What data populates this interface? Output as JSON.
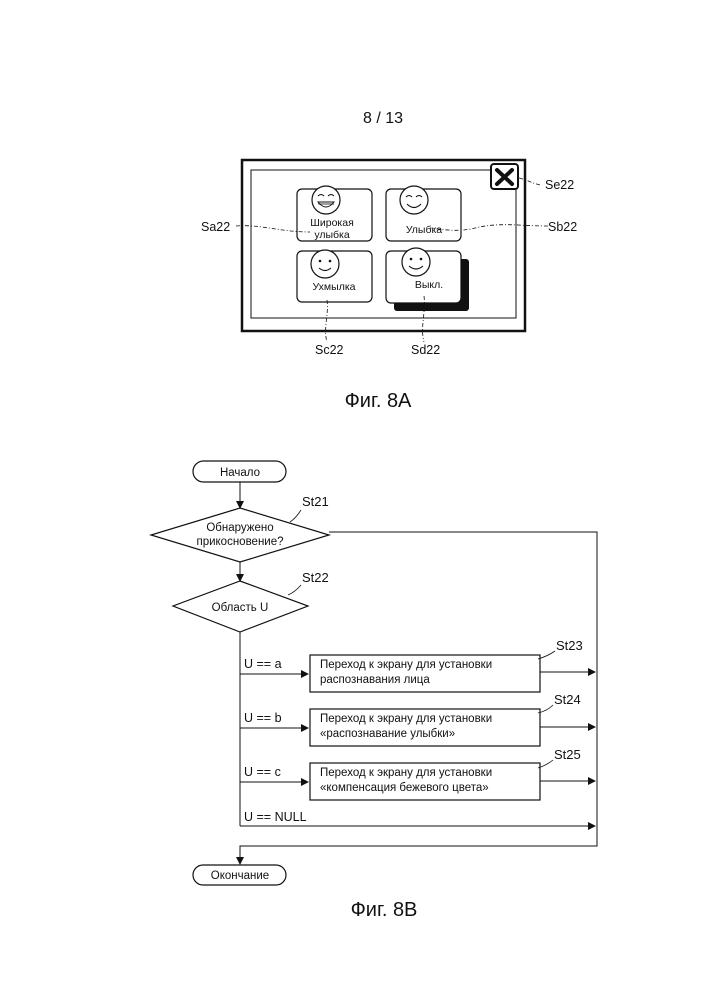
{
  "page_number": "8 / 13",
  "fig_a": {
    "caption": "Фиг. 8А",
    "buttons": {
      "a_line1": "Широкая",
      "a_line2": "улыбка",
      "b": "Улыбка",
      "c": "Ухмылка",
      "d": "Выкл."
    },
    "refs": {
      "a": "Sa22",
      "b": "Sb22",
      "c": "Sc22",
      "d": "Sd22",
      "e": "Se22"
    },
    "close_icon": "close-x-icon"
  },
  "fig_b": {
    "caption": "Фиг. 8B",
    "start": "Начало",
    "end": "Окончание",
    "decision1_line1": "Обнаружено",
    "decision1_line2": "прикосновение?",
    "decision2": "Область U",
    "step_labels": {
      "s21": "St21",
      "s22": "St22",
      "s23": "St23",
      "s24": "St24",
      "s25": "St25"
    },
    "branches": {
      "a": "U == a",
      "b": "U == b",
      "c": "U == c",
      "null": "U == NULL"
    },
    "process": {
      "p1_line1": "Переход к экрану для установки",
      "p1_line2": "распознавания лица",
      "p2_line1": "Переход к экрану для установки",
      "p2_line2": "«распознавание улыбки»",
      "p3_line1": "Переход к экрану для установки",
      "p3_line2": "«компенсация бежевого цвета»"
    }
  }
}
